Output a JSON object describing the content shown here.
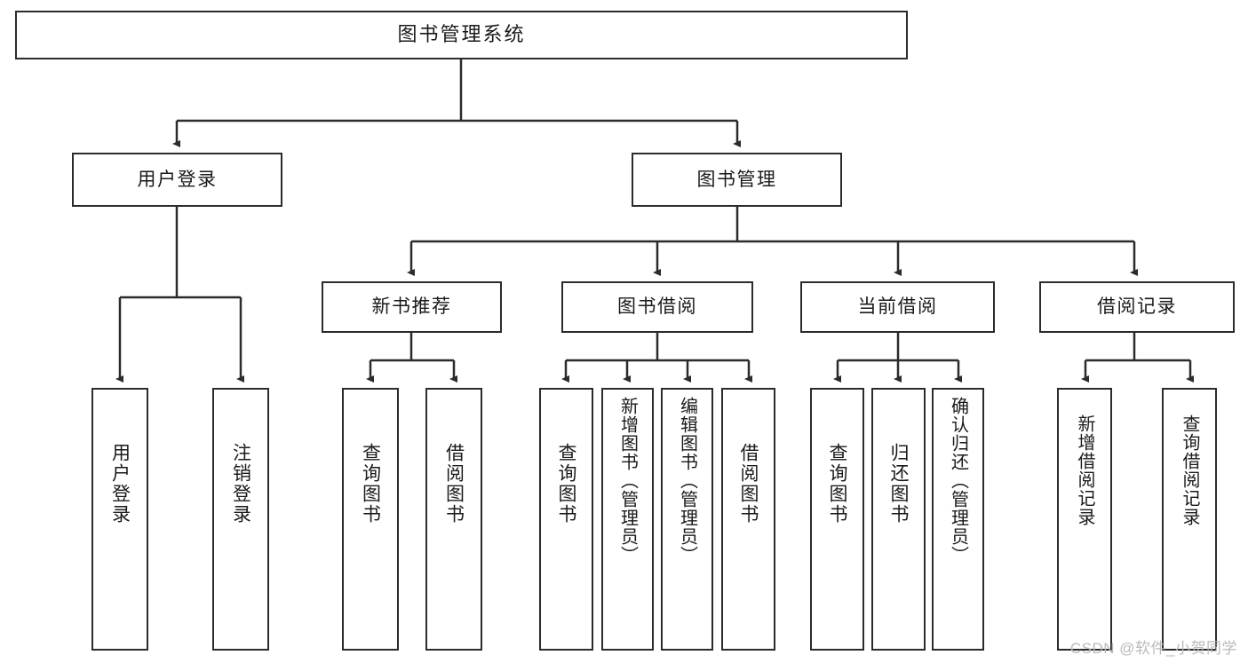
{
  "diagram": {
    "title": "图书管理系统",
    "watermark": "CSDN @软件_小贺同学",
    "root": {
      "label": "图书管理系统"
    },
    "level2": [
      {
        "label": "用户登录"
      },
      {
        "label": "图书管理"
      }
    ],
    "level3": [
      {
        "label": "新书推荐"
      },
      {
        "label": "图书借阅"
      },
      {
        "label": "当前借阅"
      },
      {
        "label": "借阅记录"
      }
    ],
    "leaves": {
      "user_login": [
        {
          "label": "用户登录"
        },
        {
          "label": "注销登录"
        }
      ],
      "new_book_recommend": [
        {
          "label": "查询图书"
        },
        {
          "label": "借阅图书"
        }
      ],
      "book_borrow": [
        {
          "label": "查询图书"
        },
        {
          "label": "新增图书（管理员）"
        },
        {
          "label": "编辑图书（管理员）"
        },
        {
          "label": "借阅图书"
        }
      ],
      "current_borrow": [
        {
          "label": "查询图书"
        },
        {
          "label": "归还图书"
        },
        {
          "label": "确认归还（管理员）"
        }
      ],
      "borrow_record": [
        {
          "label": "新增借阅记录"
        },
        {
          "label": "查询借阅记录"
        }
      ]
    },
    "colors": {
      "stroke": "#2b2b2b",
      "fill": "#ffffff",
      "text": "#1a1a1a",
      "watermark": "#b9b9b9"
    }
  }
}
